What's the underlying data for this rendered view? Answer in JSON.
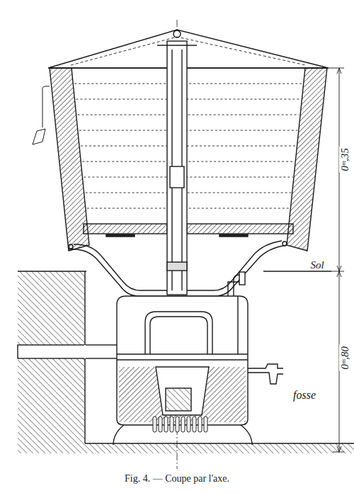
{
  "diagram": {
    "caption": "Fig. 4. — Coupe par l'axe.",
    "labels": [
      "Sol",
      "0ᵐ,35",
      "0ᵐ,80",
      "fosse"
    ]
  }
}
